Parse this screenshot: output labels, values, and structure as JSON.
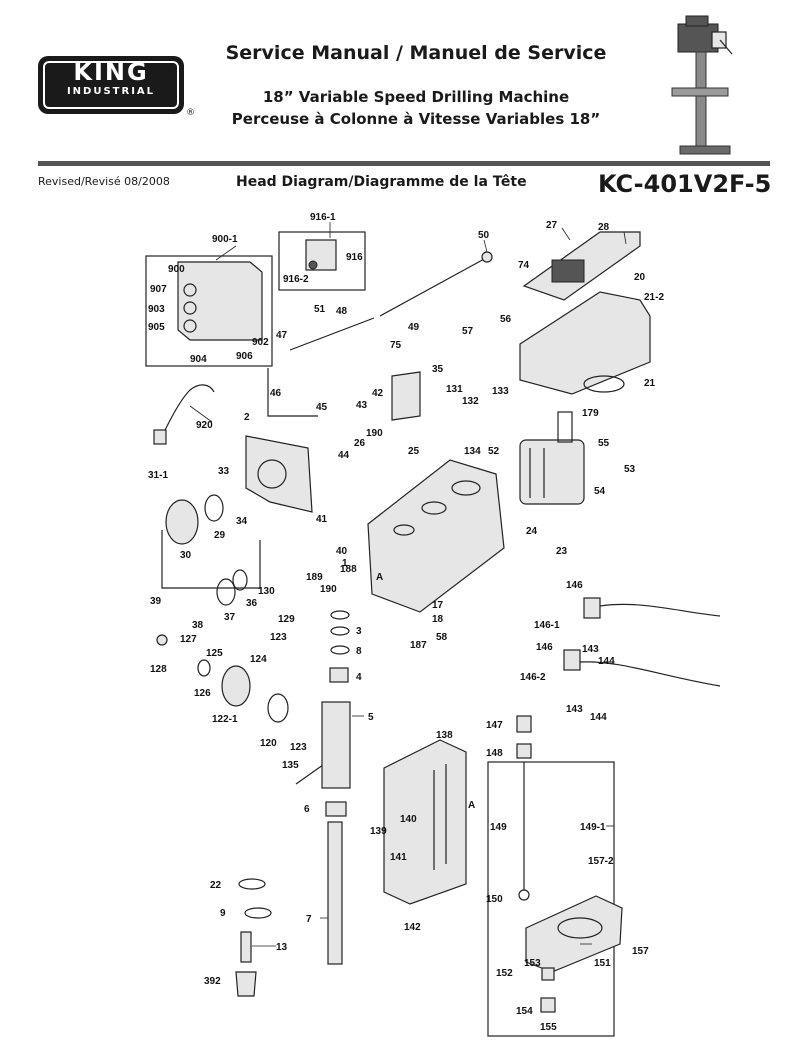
{
  "brand": {
    "name": "KING",
    "sub": "INDUSTRIAL",
    "registered": "®"
  },
  "header": {
    "title": "Service Manual / Manuel de Service",
    "subtitle_en": "18” Variable Speed Drilling Machine",
    "subtitle_fr": "Perceuse à Colonne à Vitesse Variables 18”",
    "revised": "Revised/Revisé 08/2008",
    "section_title": "Head Diagram/Diagramme de la Tête",
    "model": "KC-401V2F-5"
  },
  "callouts": {
    "c900_1": "900-1",
    "c916_1": "916-1",
    "c50": "50",
    "c27": "27",
    "c28": "28",
    "c900": "900",
    "c907": "907",
    "c903": "903",
    "c905": "905",
    "c904": "904",
    "c902": "902",
    "c906": "906",
    "c916": "916",
    "c916_2": "916-2",
    "c74": "74",
    "c20": "20",
    "c21_2": "21-2",
    "c21": "21",
    "c51": "51",
    "c48": "48",
    "c49": "49",
    "c47": "47",
    "c46": "46",
    "c57": "57",
    "c56": "56",
    "c75": "75",
    "c35": "35",
    "c920": "920",
    "c45": "45",
    "c43": "43",
    "c42": "42",
    "c131": "131",
    "c132": "132",
    "c133": "133",
    "c179": "179",
    "c2": "2",
    "c190a": "190",
    "c26": "26",
    "c25": "25",
    "c44": "44",
    "c134": "134",
    "c52": "52",
    "c55": "55",
    "c53": "53",
    "c54": "54",
    "c31_1": "31-1",
    "c33": "33",
    "c34": "34",
    "c41": "41",
    "c29": "29",
    "c30": "30",
    "c24": "24",
    "c23": "23",
    "c40": "40",
    "c189": "189",
    "c188": "188",
    "c1": "1",
    "cA1": "A",
    "c190b": "190",
    "c39": "39",
    "c38": "38",
    "c37": "37",
    "c36": "36",
    "c130": "130",
    "c129": "129",
    "c17": "17",
    "c18": "18",
    "c146a": "146",
    "c146_1": "146-1",
    "c146b": "146",
    "c146_2": "146-2",
    "c143a": "143",
    "c144a": "144",
    "c143b": "143",
    "c144b": "144",
    "c3": "3",
    "c187": "187",
    "c58": "58",
    "c8": "8",
    "c127": "127",
    "c128": "128",
    "c123a": "123",
    "c125": "125",
    "c124": "124",
    "c126": "126",
    "c4": "4",
    "c122_1": "122-1",
    "c5": "5",
    "c120": "120",
    "c123b": "123",
    "c135": "135",
    "c138": "138",
    "c147": "147",
    "c148": "148",
    "c6": "6",
    "c140": "140",
    "cA2": "A",
    "c139": "139",
    "c141": "141",
    "c149": "149",
    "c149_1": "149-1",
    "c157_2": "157-2",
    "c22": "22",
    "c9": "9",
    "c7": "7",
    "c150": "150",
    "c142": "142",
    "c157": "157",
    "c13": "13",
    "c153": "153",
    "c151": "151",
    "c392": "392",
    "c152": "152",
    "c154": "154",
    "c155": "155"
  }
}
